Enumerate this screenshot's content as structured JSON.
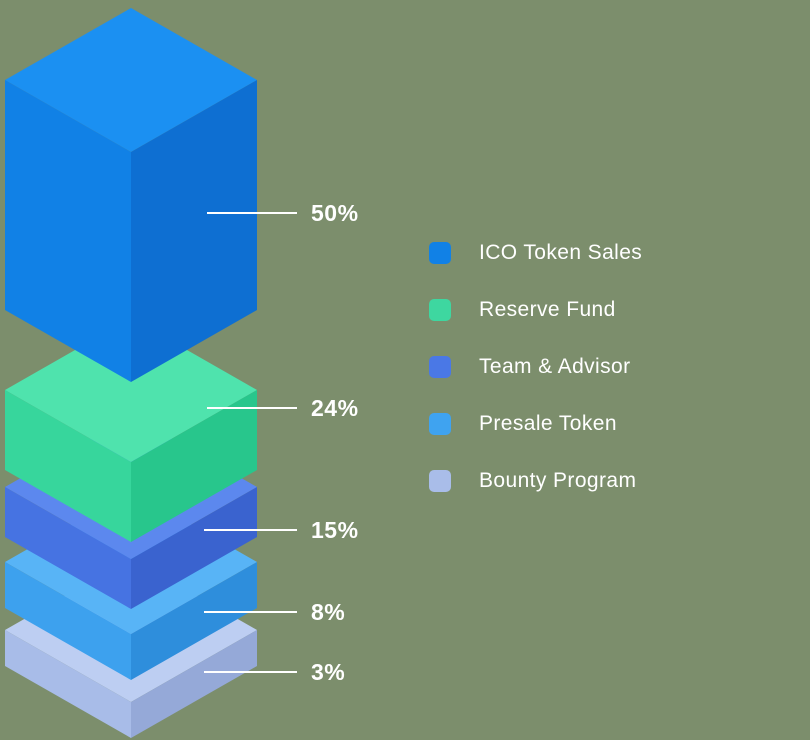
{
  "background_color": "#7c8e6c",
  "text_color": "#ffffff",
  "chart_data": {
    "type": "stacked-3d-blocks",
    "orientation": "vertical",
    "legend_position": "right",
    "leader_line_color": "#ffffff",
    "segments": [
      {
        "label": "ICO Token Sales",
        "value": 50,
        "percent_label": "50%",
        "color": "#1181e6",
        "faces": {
          "top": "#1b90f2",
          "left": "#1181e6",
          "right": "#0e6fd2"
        }
      },
      {
        "label": "Reserve Fund",
        "value": 24,
        "percent_label": "24%",
        "color": "#3ed7a0",
        "faces": {
          "top": "#4fe3ad",
          "left": "#37d69c",
          "right": "#28c68c"
        }
      },
      {
        "label": "Team & Advisor",
        "value": 15,
        "percent_label": "15%",
        "color": "#4a78e6",
        "faces": {
          "top": "#5c88ee",
          "left": "#4673e2",
          "right": "#3a63cf"
        }
      },
      {
        "label": "Presale Token",
        "value": 8,
        "percent_label": "8%",
        "color": "#3fa3f0",
        "faces": {
          "top": "#58b4f6",
          "left": "#3da1ee",
          "right": "#2e8edc"
        }
      },
      {
        "label": "Bounty Program",
        "value": 3,
        "percent_label": "3%",
        "color": "#a9bde9",
        "faces": {
          "top": "#bdcef2",
          "left": "#a8bce8",
          "right": "#95a9d8"
        }
      }
    ]
  }
}
